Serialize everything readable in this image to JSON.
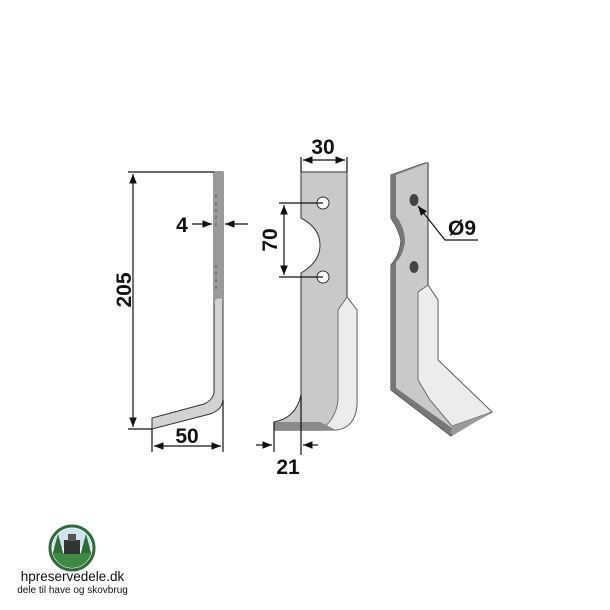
{
  "dimensions": {
    "height": "205",
    "thickness": "4",
    "foot_width": "50",
    "width": "30",
    "hole_spacing": "70",
    "offset": "21",
    "hole_diameter": "Ø9"
  },
  "brand": {
    "name": "hpreservedele.dk",
    "tagline": "dele til have og skovbrug"
  },
  "colors": {
    "metal": "#c9c9c9",
    "metal_light": "#e6e6e6",
    "metal_dark": "#7a7a7a",
    "logo_green": "#2f6b3a"
  }
}
